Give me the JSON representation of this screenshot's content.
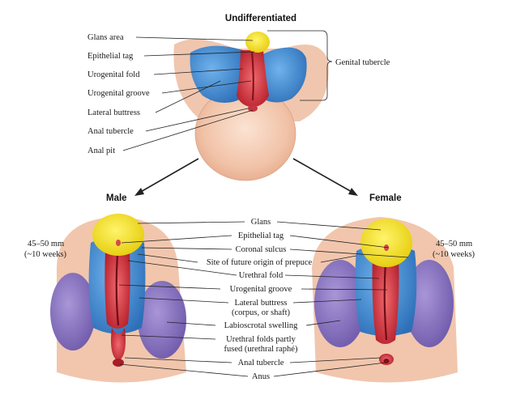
{
  "header": {
    "undifferentiated": "Undifferentiated",
    "male": "Male",
    "female": "Female"
  },
  "top_labels": {
    "glans_area": "Glans area",
    "epithelial_tag": "Epithelial tag",
    "urogenital_fold": "Urogenital fold",
    "urogenital_groove": "Urogenital groove",
    "lateral_buttress": "Lateral buttress",
    "anal_tubercle": "Anal tubercle",
    "anal_pit": "Anal pit",
    "genital_tubercle": "Genital tubercle"
  },
  "bottom_labels": {
    "glans": "Glans",
    "epithelial_tag": "Epithelial tag",
    "coronal_sulcus": "Coronal sulcus",
    "prepuce_origin": "Site of future origin of prepuce",
    "urethral_fold": "Urethral fold",
    "urogenital_groove": "Urogenital groove",
    "lateral_buttress_1": "Lateral buttress",
    "lateral_buttress_2": "(corpus, or shaft)",
    "labioscrotal_swelling": "Labioscrotal swelling",
    "urethral_folds_fused_1": "Urethral folds partly",
    "urethral_folds_fused_2": "fused (urethral raphé)",
    "anal_tubercle": "Anal tubercle",
    "anus": "Anus"
  },
  "measurements": {
    "male_size": "45–50 mm",
    "male_age": "(~10 weeks)",
    "female_size": "45–50 mm",
    "female_age": "(~10 weeks)"
  },
  "colors": {
    "glans": "#f2e22a",
    "buttress": "#3d8fd6",
    "swelling": "#8a74c4",
    "fold": "#d9313c",
    "skin": "#f3c8ae",
    "skin_dark": "#dea083"
  }
}
